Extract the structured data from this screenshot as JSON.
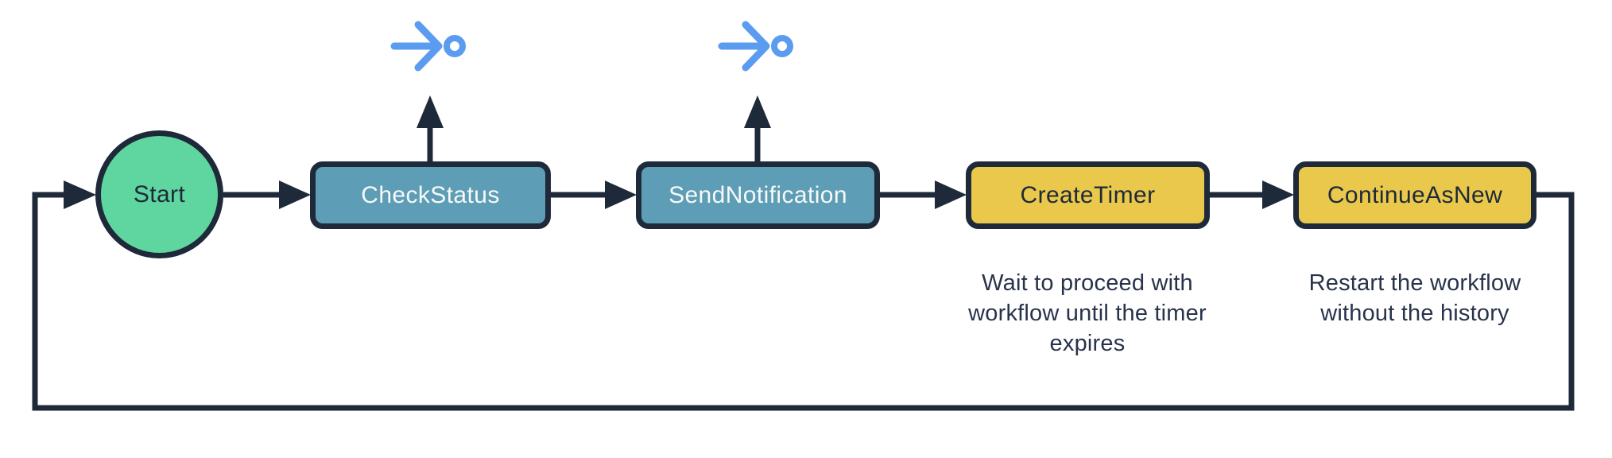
{
  "colors": {
    "background": "#ffffff",
    "line": "#1e2939",
    "start_fill": "#5fd6a0",
    "activity_fill": "#5d9db5",
    "activity_text": "#f7f9f9",
    "timer_fill": "#e9c84b",
    "timer_text": "#1e2939",
    "caption_text": "#28334a",
    "signal_blue": "#5b9bf0"
  },
  "diagram": {
    "nodes": {
      "start": {
        "label": "Start"
      },
      "check_status": {
        "label": "CheckStatus"
      },
      "send_notification": {
        "label": "SendNotification"
      },
      "create_timer": {
        "label": "CreateTimer",
        "caption": "Wait to proceed with workflow until the timer expires",
        "caption_lines": [
          "Wait to proceed with",
          "workflow until the timer",
          "expires"
        ]
      },
      "continue_as_new": {
        "label": "ContinueAsNew",
        "caption": "Restart the workflow without the history",
        "caption_lines": [
          "Restart the workflow",
          "without the history"
        ]
      }
    },
    "icons": [
      {
        "name": "signal-sent-icon",
        "position": "above CheckStatus",
        "glyph": "arrow-to-circle",
        "color": "#5b9bf0"
      },
      {
        "name": "signal-sent-icon",
        "position": "above SendNotification",
        "glyph": "arrow-to-circle",
        "color": "#5b9bf0"
      }
    ]
  }
}
